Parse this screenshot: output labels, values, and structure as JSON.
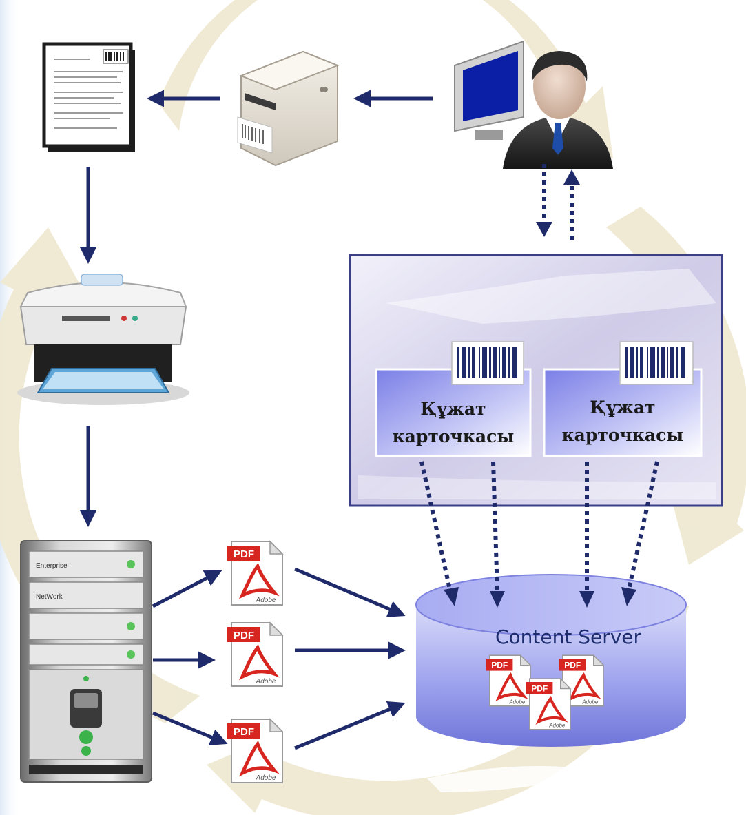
{
  "document_cards": [
    {
      "line1": "Құжат",
      "line2": "карточкасы"
    },
    {
      "line1": "Құжат",
      "line2": "карточкасы"
    }
  ],
  "content_server": {
    "label": "Content Server"
  },
  "pdf": {
    "badge": "PDF",
    "brand": "Adobe"
  },
  "server_rack": {
    "slot1": "Enterprise",
    "slot2": "NetWork"
  },
  "colors": {
    "cycle_arrow": "#efe9d2",
    "flow_arrow": "#1f2a6b",
    "panel_bg": "#d4d1ea",
    "panel_border": "#3a3f86",
    "cylinder": "#8a90e6",
    "pdf_red": "#d7261f"
  }
}
